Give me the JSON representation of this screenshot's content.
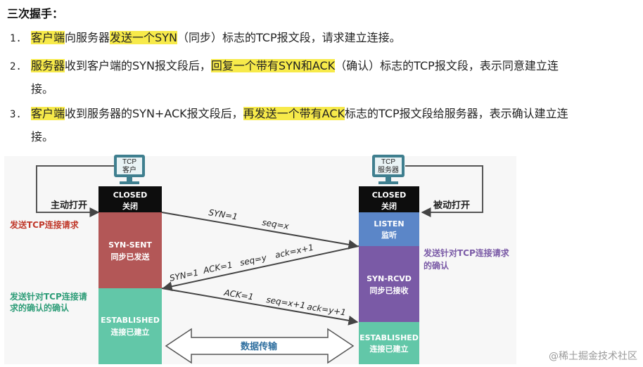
{
  "heading": "三次握手：",
  "steps": [
    {
      "num": "1.",
      "parts": [
        "客户端",
        "向服务器",
        "发送一个SYN",
        "（同步）标志的TCP报文段，请求建立连接。"
      ]
    },
    {
      "num": "2.",
      "parts": [
        "服务器",
        "收到客户端的SYN报文段后，",
        "回复一个带有SYN和ACK",
        "（确认）标志的TCP报文段，表示同意建立连"
      ],
      "cont": "接。"
    },
    {
      "num": "3.",
      "parts": [
        "客户端",
        "收到服务器的SYN+ACK报文段后，",
        "再发送一个带有ACK",
        "标志的TCP报文段给服务器，表示确认建立连"
      ],
      "cont": "接。"
    }
  ],
  "diagram": {
    "client_pc": {
      "line1": "TCP",
      "line2": "客户"
    },
    "server_pc": {
      "line1": "TCP",
      "line2": "服务器"
    },
    "client_states": [
      {
        "name": "CLOSED",
        "cn": "关闭"
      },
      {
        "name": "SYN-SENT",
        "cn": "同步已发送"
      },
      {
        "name": "ESTABLISHED",
        "cn": "连接已建立"
      }
    ],
    "server_states": [
      {
        "name": "CLOSED",
        "cn": "关闭"
      },
      {
        "name": "LISTEN",
        "cn": "监听"
      },
      {
        "name": "SYN-RCVD",
        "cn": "同步已接收"
      },
      {
        "name": "ESTABLISHED",
        "cn": "连接已建立"
      }
    ],
    "active_open": "主动打开",
    "passive_open": "被动打开",
    "client_note_1": "发送TCP连接请求",
    "client_note_2a": "发送针对TCP连接请",
    "client_note_2b": "求的确认的确认",
    "server_note_a": "发送针对TCP连接请求",
    "server_note_b": "的确认",
    "msg1": {
      "a": "SYN=1",
      "b": "seq=x"
    },
    "msg2": {
      "a": "SYN=1",
      "b": "ACK=1",
      "c": "seq=y",
      "d": "ack=x+1"
    },
    "msg3": {
      "a": "ACK=1",
      "b": "seq=x+1",
      "c": "ack=y+1"
    },
    "data_transfer": "数据传输",
    "colors": {
      "closed": "#0d0d0d",
      "syn_sent": "#b35757",
      "established": "#62c7a8",
      "listen": "#5b86c8",
      "syn_rcvd": "#7a5aa6",
      "note": "#c0392b",
      "note_green": "#2e9d78",
      "highlight": "#f7ea4a"
    }
  },
  "watermark": "@稀土掘金技术社区"
}
